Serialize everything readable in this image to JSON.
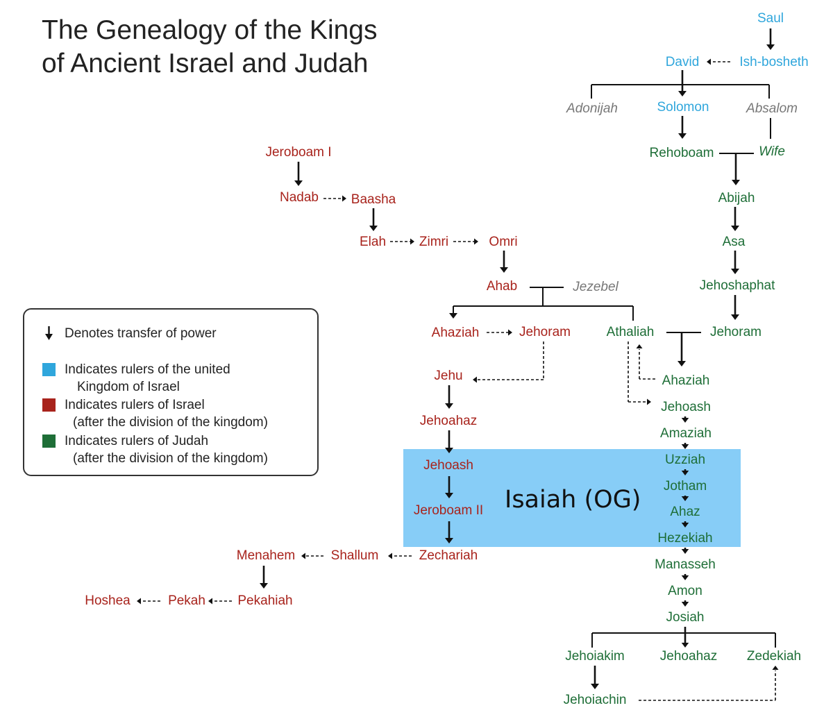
{
  "title": [
    "The Genealogy of the Kings",
    "of Ancient Israel and Judah"
  ],
  "overlay": {
    "label": "Isaiah (OG)",
    "color": "#87cdf7"
  },
  "colors": {
    "united": "#2fa6dc",
    "israel": "#a8231c",
    "judah": "#1e6e37",
    "other": "#777777"
  },
  "legend": {
    "items": [
      {
        "icon": "down-arrow-icon",
        "lines": [
          "Denotes transfer of power"
        ]
      },
      {
        "swatch": "#2fa6dc",
        "lines": [
          "Indicates rulers of the united",
          "Kingdom of Israel"
        ]
      },
      {
        "swatch": "#a8231c",
        "lines": [
          "Indicates rulers of Israel",
          "(after the division of the kingdom)"
        ]
      },
      {
        "swatch": "#1e6e37",
        "lines": [
          "Indicates rulers of Judah",
          "(after the division of the kingdom)"
        ]
      }
    ]
  },
  "people": [
    {
      "name": "Saul",
      "kind": "united"
    },
    {
      "name": "David",
      "kind": "united"
    },
    {
      "name": "Ish-bosheth",
      "kind": "united"
    },
    {
      "name": "Adonijah",
      "kind": "other",
      "italic": true
    },
    {
      "name": "Solomon",
      "kind": "united"
    },
    {
      "name": "Absalom",
      "kind": "other",
      "italic": true
    },
    {
      "name": "Rehoboam",
      "kind": "judah"
    },
    {
      "name": "Wife",
      "kind": "judah",
      "italic": true
    },
    {
      "name": "Abijah",
      "kind": "judah"
    },
    {
      "name": "Asa",
      "kind": "judah"
    },
    {
      "name": "Jehoshaphat",
      "kind": "judah"
    },
    {
      "name": "Jehoram",
      "kind": "judah"
    },
    {
      "name": "Athaliah",
      "kind": "judah"
    },
    {
      "name": "Ahaziah",
      "kind": "judah"
    },
    {
      "name": "Jehoash",
      "kind": "judah"
    },
    {
      "name": "Amaziah",
      "kind": "judah"
    },
    {
      "name": "Uzziah",
      "kind": "judah"
    },
    {
      "name": "Jotham",
      "kind": "judah"
    },
    {
      "name": "Ahaz",
      "kind": "judah"
    },
    {
      "name": "Hezekiah",
      "kind": "judah"
    },
    {
      "name": "Manasseh",
      "kind": "judah"
    },
    {
      "name": "Amon",
      "kind": "judah"
    },
    {
      "name": "Josiah",
      "kind": "judah"
    },
    {
      "name": "Jehoiakim",
      "kind": "judah"
    },
    {
      "name": "Jehoahaz",
      "kind": "judah"
    },
    {
      "name": "Zedekiah",
      "kind": "judah"
    },
    {
      "name": "Jehoiachin",
      "kind": "judah"
    },
    {
      "name": "Jeroboam I",
      "kind": "israel"
    },
    {
      "name": "Nadab",
      "kind": "israel"
    },
    {
      "name": "Baasha",
      "kind": "israel"
    },
    {
      "name": "Elah",
      "kind": "israel"
    },
    {
      "name": "Zimri",
      "kind": "israel"
    },
    {
      "name": "Omri",
      "kind": "israel"
    },
    {
      "name": "Ahab",
      "kind": "israel"
    },
    {
      "name": "Jezebel",
      "kind": "other",
      "italic": true
    },
    {
      "name": "Ahaziah",
      "kind": "israel"
    },
    {
      "name": "Jehoram",
      "kind": "israel"
    },
    {
      "name": "Jehu",
      "kind": "israel"
    },
    {
      "name": "Jehoahaz",
      "kind": "israel"
    },
    {
      "name": "Jehoash",
      "kind": "israel"
    },
    {
      "name": "Jeroboam II",
      "kind": "israel"
    },
    {
      "name": "Zechariah",
      "kind": "israel"
    },
    {
      "name": "Shallum",
      "kind": "israel"
    },
    {
      "name": "Menahem",
      "kind": "israel"
    },
    {
      "name": "Pekahiah",
      "kind": "israel"
    },
    {
      "name": "Pekah",
      "kind": "israel"
    },
    {
      "name": "Hoshea",
      "kind": "israel"
    }
  ]
}
